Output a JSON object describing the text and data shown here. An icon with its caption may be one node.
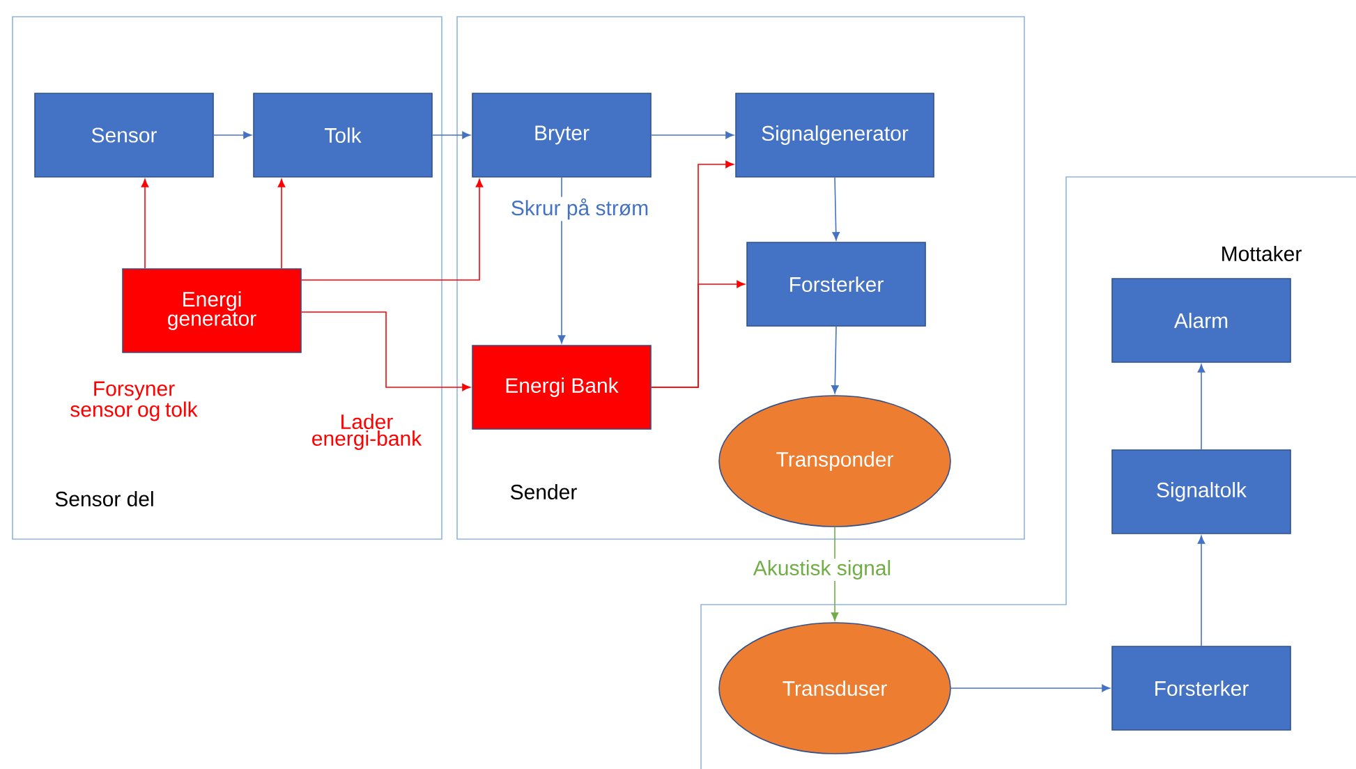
{
  "diagram": {
    "nodes": [
      {
        "text": [
          "Sensor del"
        ]
      },
      {
        "text": [
          "Sensor"
        ],
        "in": 0
      },
      {
        "text": [
          "Tolk"
        ],
        "in": 0
      },
      {
        "text": [
          "Energi generator"
        ],
        "in": 0
      },
      {
        "text": [
          "Sender"
        ]
      },
      {
        "text": [
          "Bryter"
        ],
        "in": 4
      },
      {
        "text": [
          "Signalgenerator"
        ],
        "in": 4
      },
      {
        "text": [
          "Forsterker"
        ]
      },
      {
        "text": [
          "Energi Bank"
        ],
        "in": 4
      },
      {
        "text": [
          "Transponder"
        ]
      },
      {
        "text": [
          "Mottaker"
        ]
      },
      {
        "text": [
          "Transduser"
        ],
        "in": 10
      },
      {
        "text": [
          "Forsterker"
        ],
        "in": 10
      },
      {
        "text": [
          "Signaltolk"
        ],
        "in": 10
      },
      {
        "text": [
          "Alarm"
        ],
        "in": 10
      }
    ],
    "edges": [
      {
        "from": 1,
        "to": 2,
        "arrow": "to"
      },
      {
        "from": 2,
        "to": 5,
        "arrow": "to"
      },
      {
        "from": 5,
        "to": 6,
        "arrow": "to"
      },
      {
        "from": 3,
        "to": 1,
        "arrow": "to",
        "color": "#ff0000"
      },
      {
        "from": 3,
        "to": 2,
        "arrow": "to",
        "color": "#ff0000"
      },
      {
        "from": 3,
        "to": 5,
        "arrow": "to",
        "color": "#ff0000"
      },
      {
        "from": 3,
        "to": 8,
        "arrow": "to",
        "color": "#ff0000"
      },
      {
        "from": 5,
        "to": 8,
        "arrow": "to",
        "label": "Skrur på strøm"
      },
      {
        "from": 8,
        "to": 6,
        "arrow": "to",
        "color": "#ff0000"
      },
      {
        "from": 8,
        "to": 7,
        "arrow": "to",
        "color": "#ff0000"
      },
      {
        "from": 6,
        "to": 7,
        "arrow": "to"
      },
      {
        "from": 7,
        "to": 9,
        "arrow": "to"
      },
      {
        "from": 9,
        "to": 11,
        "arrow": "to",
        "label": "Akustisk signal",
        "color": "#70ad47"
      },
      {
        "from": 11,
        "to": 12,
        "arrow": "to"
      },
      {
        "from": 12,
        "to": 13,
        "arrow": "to"
      },
      {
        "from": 13,
        "to": 14,
        "arrow": "to"
      }
    ],
    "labels": [
      "Forsyner sensor og tolk",
      "Lader energi-bank"
    ]
  }
}
